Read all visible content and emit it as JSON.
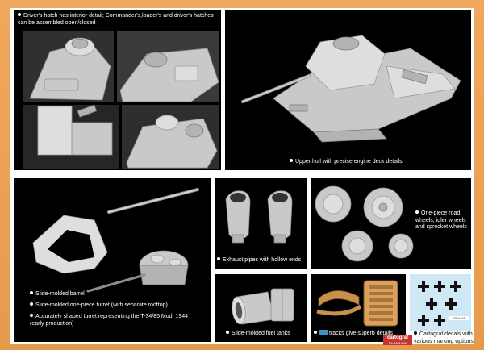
{
  "captions": {
    "hatches": "Driver's hatch has interior detail; Commander's,loader's and driver's hatches can be assembled open/closed",
    "upper_hull": "Upper hull with precise engine deck details",
    "barrel": "Slide-molded barrel",
    "turret": "Slide-molded one-piece turret (with separate rooftop)",
    "shaped_turret": "Accurately shaped turret representing the T-34/85 Mod. 1944 (early production)",
    "exhaust": "Exhaust pipes with hollow ends",
    "wheels": "One-piece road wheels, idler wheels and sprocket wheels",
    "fuel": "Slide-molded fuel tanks",
    "tracks": "tracks give superb details",
    "decals": "Cartograf decals with various marking options"
  },
  "logo": {
    "name": "cartograf",
    "tagline": "fine decals since"
  },
  "decal_sheet_code": "7064-43",
  "colors": {
    "frame": "#e69a4d",
    "panel": "#000000",
    "decal_background": "#cfe8f6",
    "logo": "#c8322f"
  }
}
